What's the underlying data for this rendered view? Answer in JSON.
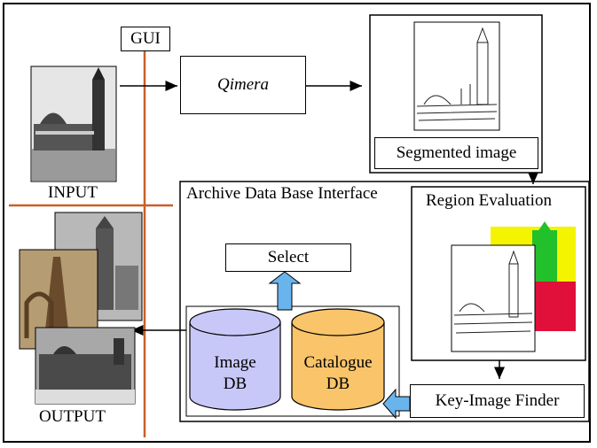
{
  "gui_label": "GUI",
  "input_label": "INPUT",
  "output_label": "OUTPUT",
  "qimera_label": "Qimera",
  "segmented_label": "Segmented image",
  "archive_label": "Archive Data Base Interface",
  "region_label": "Region Evaluation",
  "select_label": "Select",
  "image_db_label": [
    "Image",
    "DB"
  ],
  "catalogue_db_label": [
    "Catalogue",
    "DB"
  ],
  "keyimage_label": "Key-Image Finder",
  "colors": {
    "gui_line": "#c8602a",
    "image_db": "#c8c8f8",
    "catalogue_db": "#f9c46a",
    "arrow_blue": "#6ab4ee",
    "region_yellow": "#f4f400",
    "region_green": "#22c02a",
    "region_red": "#e0103a"
  }
}
